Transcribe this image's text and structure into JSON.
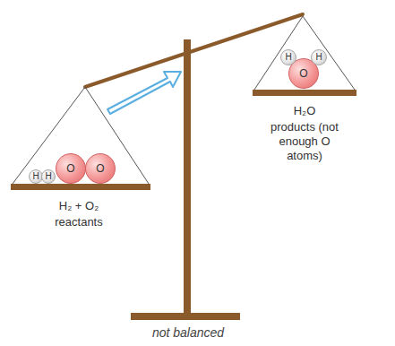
{
  "diagram": {
    "caption": "not balanced",
    "nodes": [
      {
        "text": [
          "H"
        ]
      },
      {
        "text": [
          "H"
        ]
      },
      {
        "text": [
          "O"
        ]
      },
      {
        "text": [
          "O"
        ]
      },
      {
        "text": [
          "H"
        ]
      },
      {
        "text": [
          "O"
        ]
      },
      {
        "text": [
          "H"
        ]
      }
    ],
    "labels": [
      "H₂ + O₂",
      "reactants",
      "H₂O",
      "products (not enough O atoms)"
    ]
  }
}
